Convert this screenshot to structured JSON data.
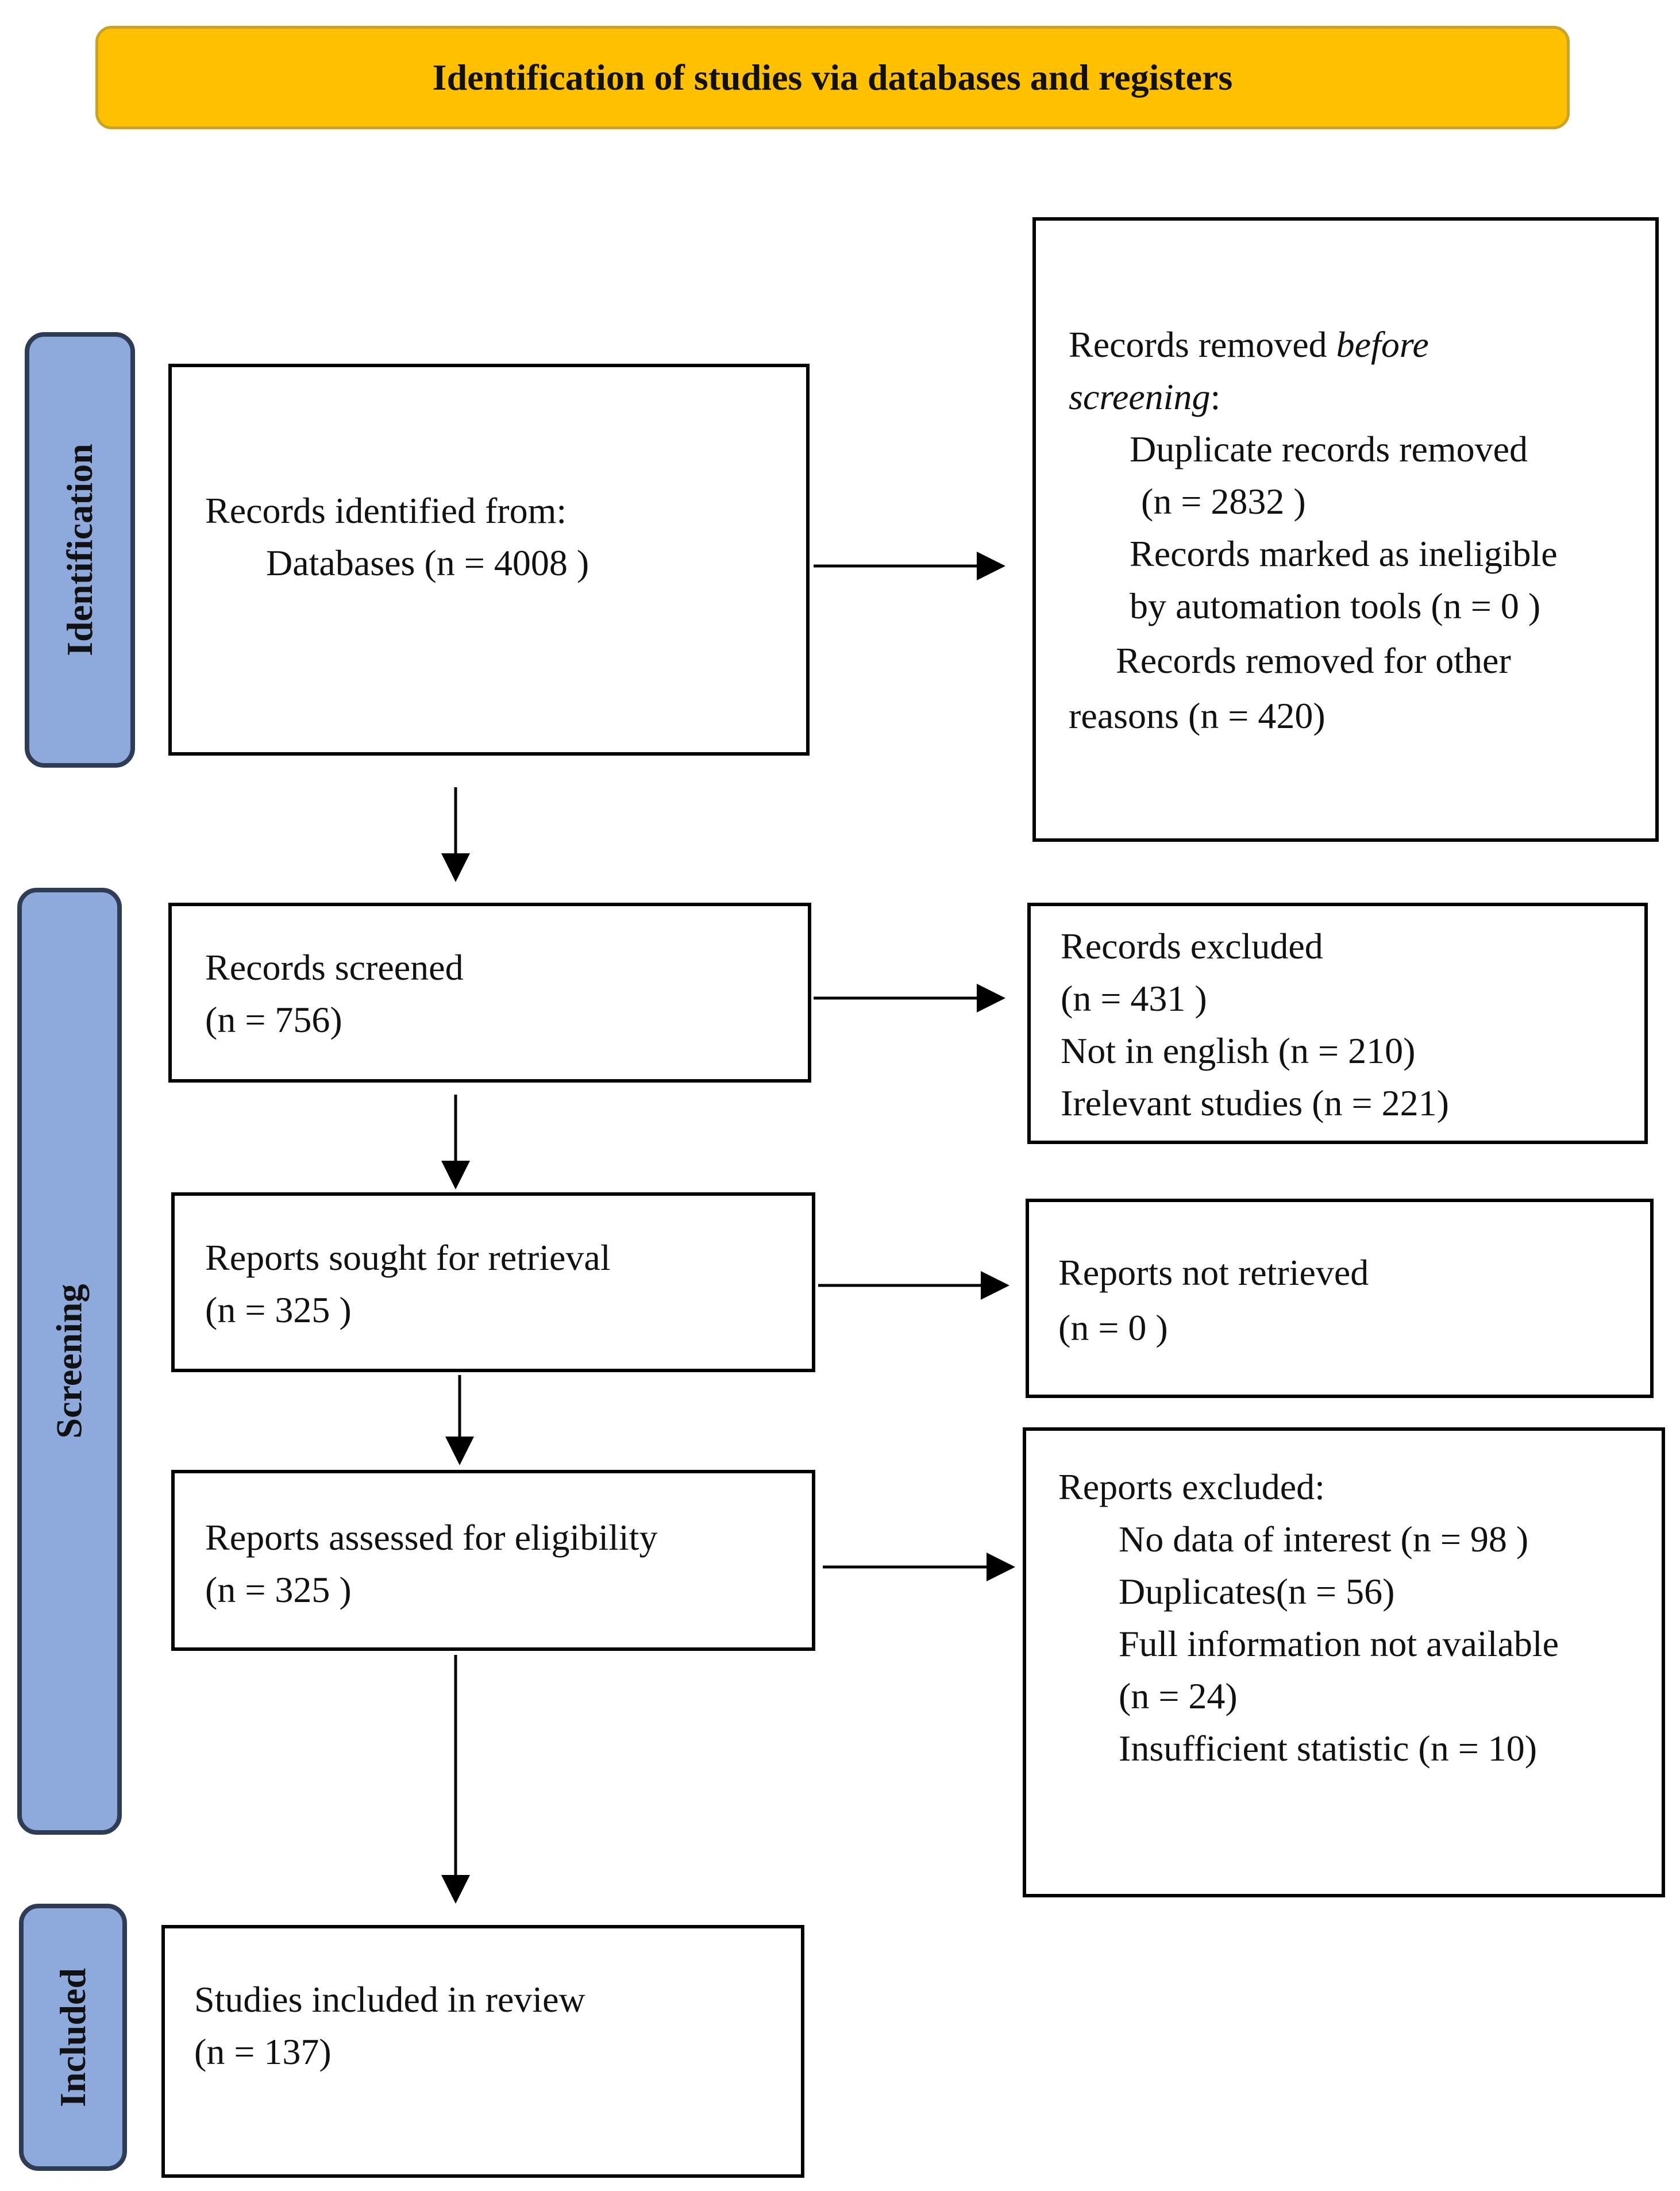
{
  "header": {
    "title": "Identification of studies via databases and registers"
  },
  "phases": {
    "identification": "Identification",
    "screening": "Screening",
    "included": "Included"
  },
  "identified": {
    "line1": "Records identified from:",
    "line2": "Databases (n = 4008 )"
  },
  "removed_before": {
    "line1_a": "Records removed ",
    "line1_b": "before",
    "line2_a": "screening",
    "line2_b": ":",
    "line3": "Duplicate records removed",
    "line4": "(n = 2832 )",
    "line5": "Records marked as ineligible",
    "line6": "by automation tools (n = 0 )",
    "line7": "Records removed for other",
    "line8": "reasons (n = 420)"
  },
  "screened": {
    "line1": "Records screened",
    "line2": "(n = 756)"
  },
  "excluded": {
    "line1": "Records excluded",
    "line2": "(n = 431 )",
    "line3": "Not in english (n = 210)",
    "line4": "Irelevant studies (n = 221)"
  },
  "sought": {
    "line1": "Reports sought for retrieval",
    "line2": "(n = 325 )"
  },
  "not_retrieved": {
    "line1": "Reports not retrieved",
    "line2": "(n = 0 )"
  },
  "assessed": {
    "line1": "Reports assessed for eligibility",
    "line2": "(n = 325 )"
  },
  "reports_excluded": {
    "line1": "Reports excluded:",
    "line2": "No data of interest (n = 98 )",
    "line3": "Duplicates(n = 56)",
    "line4": "Full information not available",
    "line5": "(n = 24)",
    "line6": "Insufficient statistic (n = 10)"
  },
  "included_box": {
    "line1": "Studies included in review",
    "line2": "(n = 137)"
  },
  "colors": {
    "header_fill": "#FFC000",
    "phase_fill": "#8EA9DB",
    "phase_border": "#2F3C55"
  }
}
